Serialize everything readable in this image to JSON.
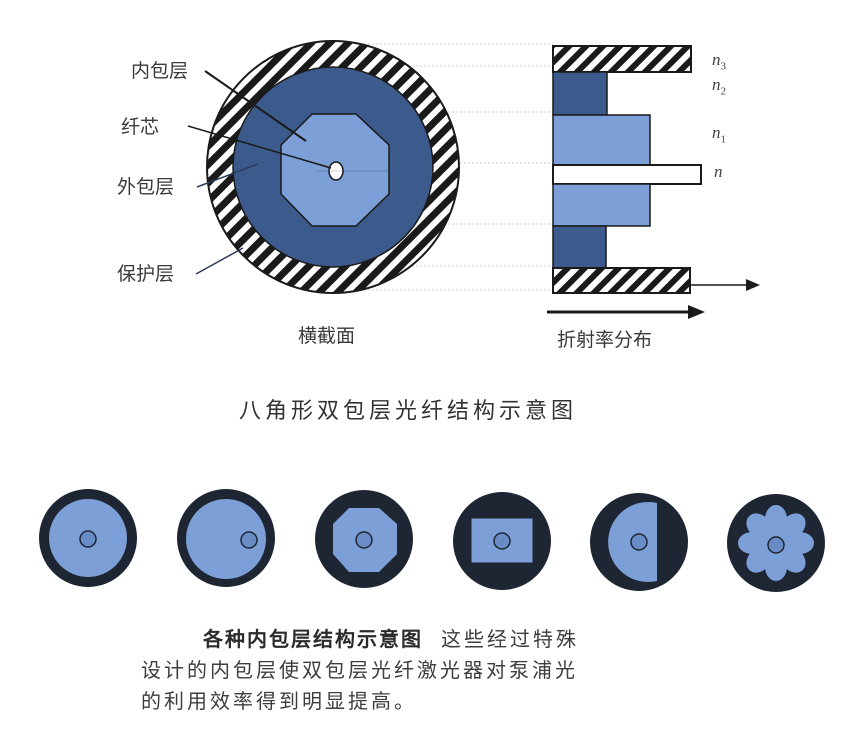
{
  "cross_section": {
    "labels": {
      "inner_cladding": "内包层",
      "core": "纤芯",
      "outer_cladding": "外包层",
      "protective_layer": "保护层"
    },
    "caption": "横截面"
  },
  "refractive_index": {
    "labels": {
      "n3": "n",
      "n3_sub": "3",
      "n2": "n",
      "n2_sub": "2",
      "n1": "n",
      "n1_sub": "1",
      "n": "n"
    },
    "caption": "折射率分布"
  },
  "figure_title": "八角形双包层光纤结构示意图",
  "shapes": [
    "circular-concentric",
    "circular-offset-core",
    "octagonal",
    "rectangular",
    "D-shaped",
    "star-flower"
  ],
  "bottom_caption": {
    "bold": "各种内包层结构示意图",
    "line1_rest": "这些经过特殊",
    "line2": "设计的内包层使双包层光纤激光器对泵浦光",
    "line3": "的利用效率得到明显提高。"
  },
  "colors": {
    "outer_cladding": "#3d5a8c",
    "inner_cladding": "#7b9fd6",
    "dark_ring": "#1f2633",
    "hatch": "#1a1a1a"
  }
}
